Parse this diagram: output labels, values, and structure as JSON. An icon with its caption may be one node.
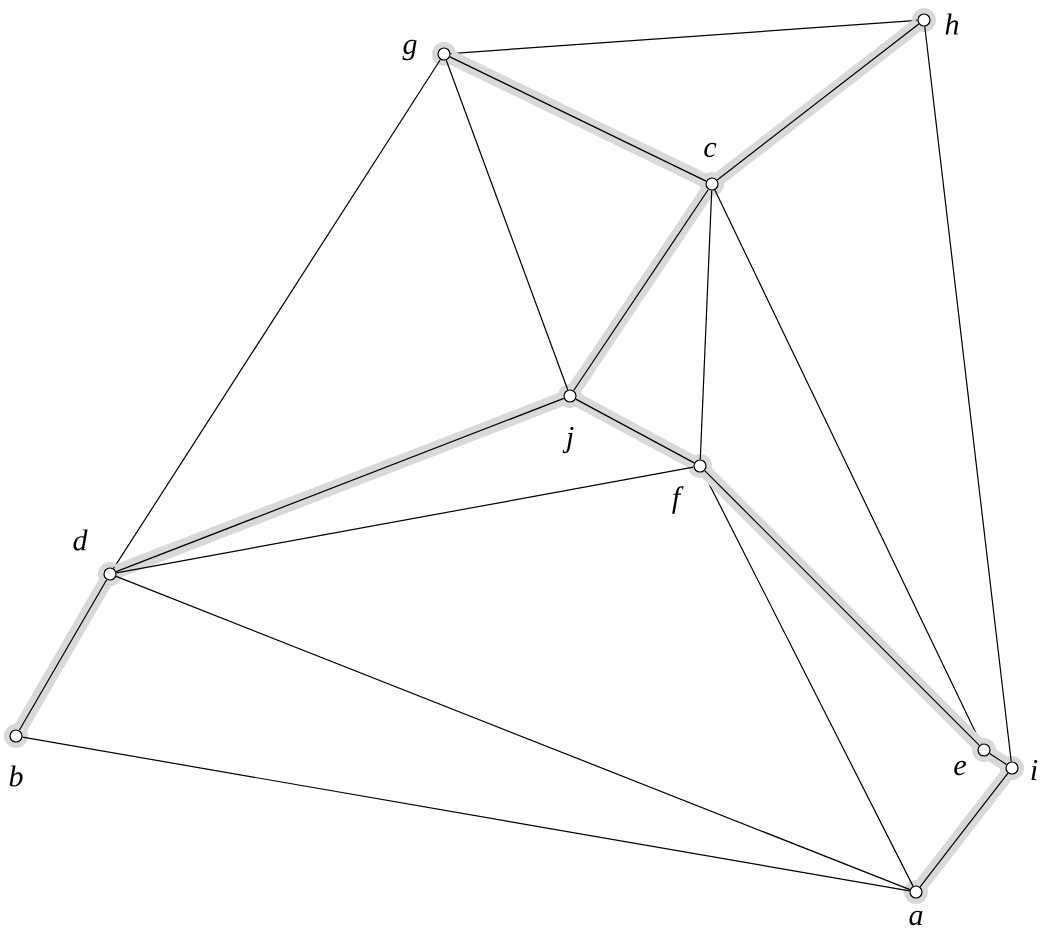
{
  "diagram": {
    "nodes": [
      {
        "text": [],
        "shape": "circle",
        "beside": [
          "g"
        ]
      },
      {
        "text": [],
        "shape": "circle",
        "beside": [
          "h"
        ]
      },
      {
        "text": [],
        "shape": "circle",
        "beside": [
          "c"
        ]
      },
      {
        "text": [],
        "shape": "circle",
        "beside": [
          "j"
        ]
      },
      {
        "text": [],
        "shape": "circle",
        "beside": [
          "f"
        ]
      },
      {
        "text": [],
        "shape": "circle",
        "beside": [
          "d"
        ]
      },
      {
        "text": [],
        "shape": "circle",
        "beside": [
          "b"
        ]
      },
      {
        "text": [],
        "shape": "circle",
        "beside": [
          "e"
        ]
      },
      {
        "text": [],
        "shape": "circle",
        "beside": [
          "i"
        ]
      },
      {
        "text": [],
        "shape": "circle",
        "beside": [
          "a"
        ]
      }
    ],
    "edges": [
      {
        "from": 0,
        "to": 1,
        "arrow": "none"
      },
      {
        "from": 0,
        "to": 2,
        "arrow": "none",
        "style": "thick",
        "color": "#d9d9d9"
      },
      {
        "from": 1,
        "to": 2,
        "arrow": "none",
        "style": "thick",
        "color": "#d9d9d9"
      },
      {
        "from": 0,
        "to": 5,
        "arrow": "none"
      },
      {
        "from": 0,
        "to": 3,
        "arrow": "none"
      },
      {
        "from": 2,
        "to": 3,
        "arrow": "none",
        "style": "thick",
        "color": "#d9d9d9"
      },
      {
        "from": 2,
        "to": 4,
        "arrow": "none"
      },
      {
        "from": 2,
        "to": 7,
        "arrow": "none"
      },
      {
        "from": 3,
        "to": 4,
        "arrow": "none",
        "style": "thick",
        "color": "#d9d9d9"
      },
      {
        "from": 3,
        "to": 5,
        "arrow": "none",
        "style": "thick",
        "color": "#d9d9d9"
      },
      {
        "from": 5,
        "to": 4,
        "arrow": "none"
      },
      {
        "from": 5,
        "to": 6,
        "arrow": "none",
        "style": "thick",
        "color": "#d9d9d9"
      },
      {
        "from": 5,
        "to": 9,
        "arrow": "none"
      },
      {
        "from": 6,
        "to": 9,
        "arrow": "none"
      },
      {
        "from": 4,
        "to": 9,
        "arrow": "none"
      },
      {
        "from": 4,
        "to": 7,
        "arrow": "none",
        "style": "thick",
        "color": "#d9d9d9"
      },
      {
        "from": 7,
        "to": 8,
        "arrow": "none",
        "style": "thick",
        "color": "#d9d9d9"
      },
      {
        "from": 8,
        "to": 9,
        "arrow": "none",
        "style": "thick",
        "color": "#d9d9d9"
      },
      {
        "from": 1,
        "to": 8,
        "arrow": "none"
      }
    ]
  }
}
